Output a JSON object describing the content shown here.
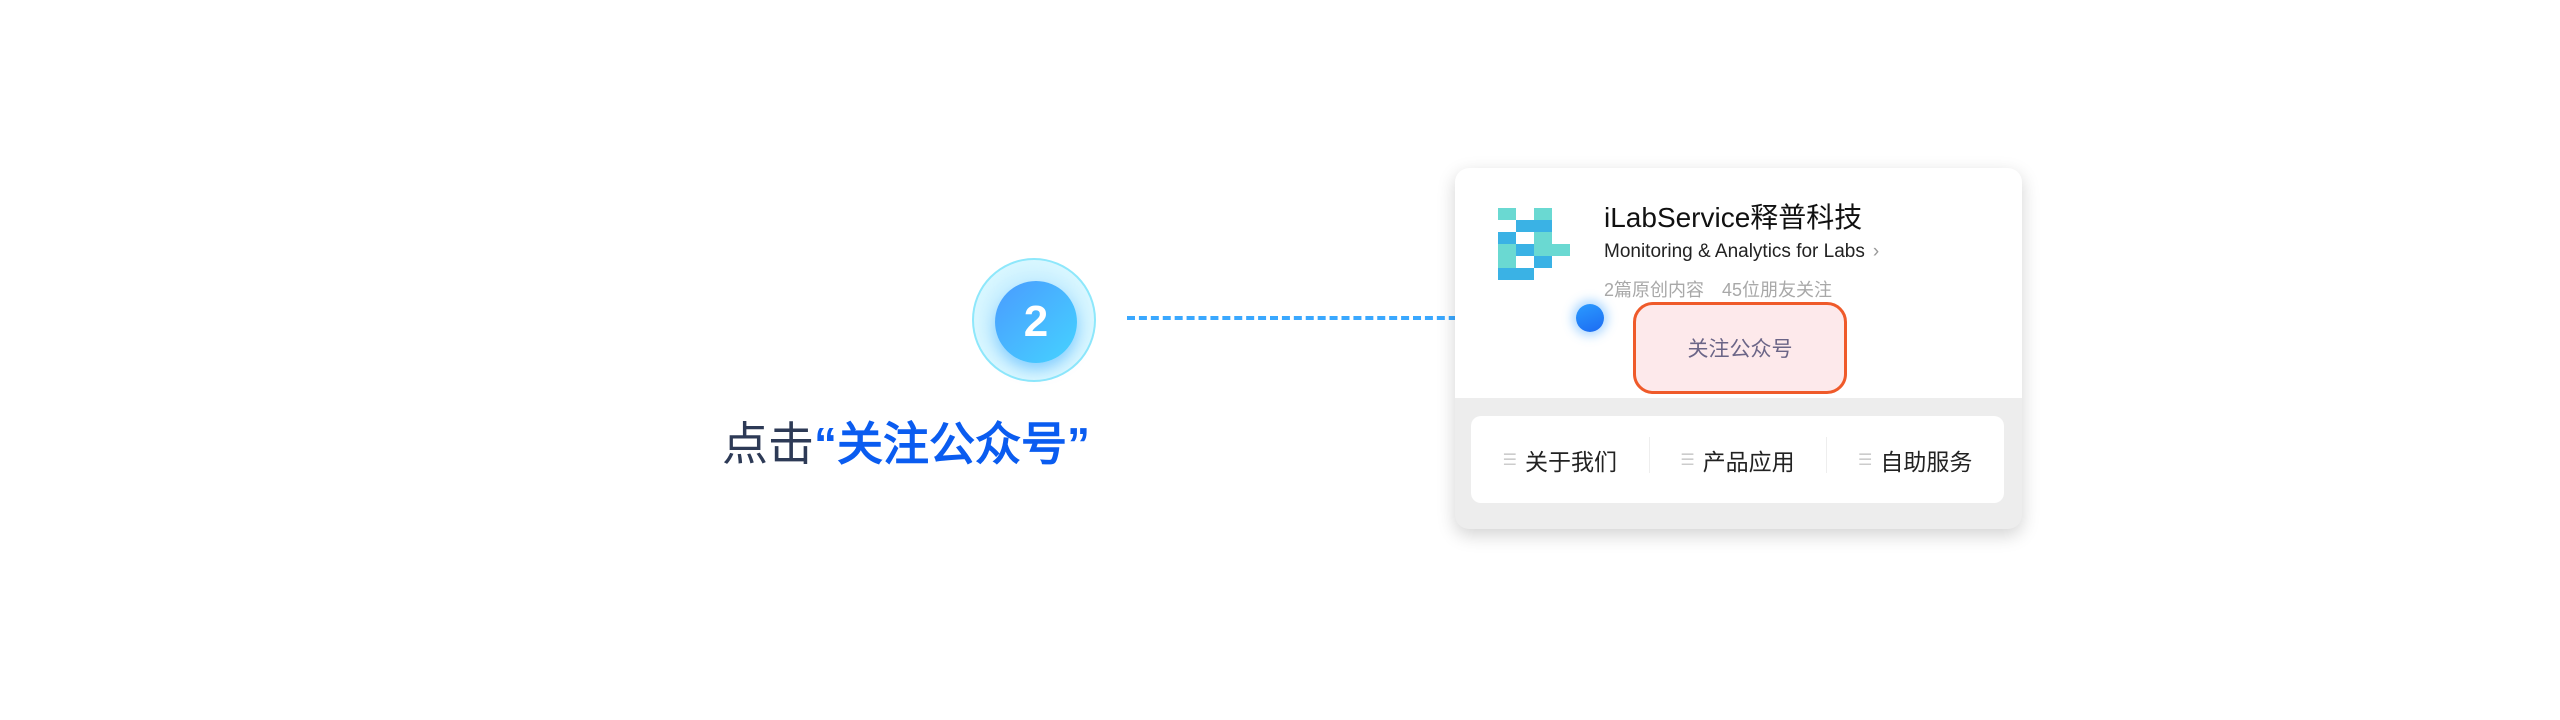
{
  "step": {
    "number": "2",
    "label_prefix": "点击",
    "label_highlight": "“关注公众号”"
  },
  "account": {
    "name": "iLabService释普科技",
    "tagline": "Monitoring & Analytics for Labs",
    "chevron": "›",
    "original_posts": "2篇原创内容",
    "followers": "45位朋友关注",
    "follow_button": "关注公众号"
  },
  "menu": [
    {
      "icon": "menu-lines-icon",
      "label": "关于我们"
    },
    {
      "icon": "menu-lines-icon",
      "label": "产品应用"
    },
    {
      "icon": "menu-lines-icon",
      "label": "自助服务"
    }
  ],
  "colors": {
    "accent": "#0a5cf0",
    "highlight_border": "#ef5a2a",
    "logo_teal": "#6ad9d2",
    "logo_blue": "#3ab2e5"
  }
}
